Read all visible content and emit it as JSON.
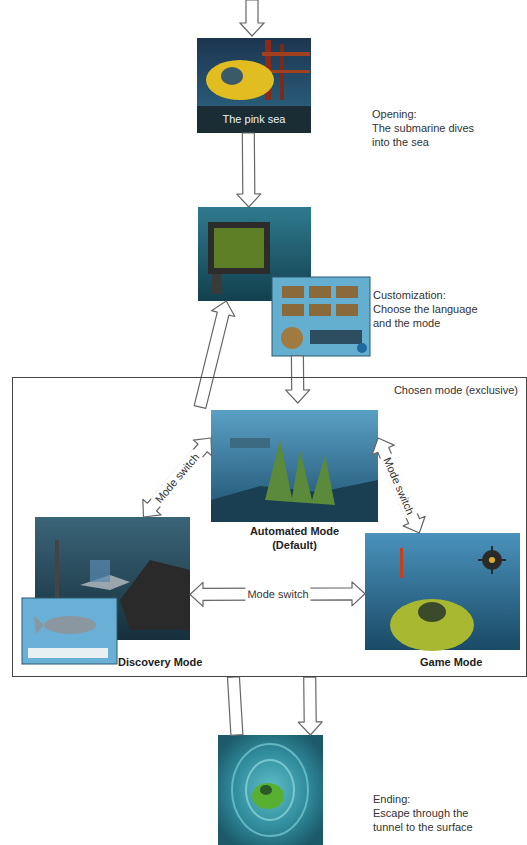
{
  "diagram": {
    "nodes": [
      {
        "text": [
          "Opening:",
          "The submarine dives into the sea"
        ]
      },
      {
        "text": [
          "Customization:",
          "Choose the language and the mode"
        ]
      },
      {
        "text": [
          "Chosen mode (exclusive)"
        ]
      },
      {
        "text": [
          "Automated Mode (Default)"
        ],
        "in": 2
      },
      {
        "text": [
          "Discovery Mode"
        ],
        "in": 2
      },
      {
        "text": [
          "Game Mode"
        ],
        "in": 2
      },
      {
        "text": [
          "Ending:",
          "Escape through the tunnel to the surface"
        ]
      }
    ],
    "edges": [
      {
        "from": 0,
        "to": 1,
        "arrow": "to"
      },
      {
        "from": 1,
        "to": 2,
        "arrow": "to"
      },
      {
        "from": 2,
        "to": 1,
        "arrow": "to"
      },
      {
        "from": 3,
        "to": 4,
        "label": "Mode switch",
        "arrow": "both"
      },
      {
        "from": 3,
        "to": 5,
        "label": "Mode switch",
        "arrow": "both"
      },
      {
        "from": 4,
        "to": 5,
        "label": "Mode switch",
        "arrow": "both"
      },
      {
        "from": 2,
        "to": 6,
        "arrow": "to"
      },
      {
        "from": 2,
        "to": 6,
        "arrow": "none"
      }
    ],
    "labels": [
      "The pink sea"
    ]
  }
}
